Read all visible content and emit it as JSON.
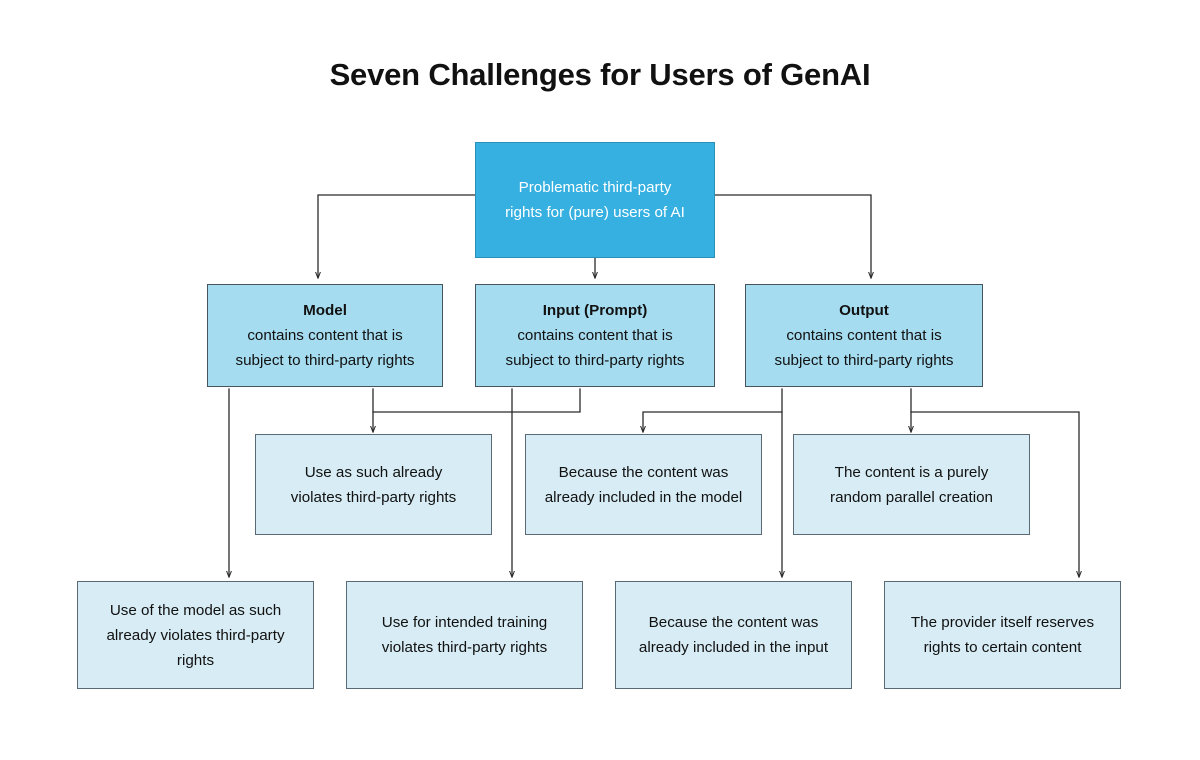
{
  "title": "Seven Challenges for Users of GenAI",
  "colors": {
    "background": "#ffffff",
    "root_fill": "#35b0e0",
    "root_text": "#ffffff",
    "mid_fill": "#a5dcf0",
    "leaf_fill": "#d7ecf4",
    "border": "#46545e",
    "edge": "#2b2b2b",
    "text": "#111111"
  },
  "diagram": {
    "type": "flowchart",
    "orientation": "top-down",
    "root": {
      "id": "root",
      "line1": "Problematic third-party",
      "line2": "rights for (pure) users of AI"
    },
    "level2": [
      {
        "id": "model",
        "heading": "Model",
        "line2": "contains content that is",
        "line3": "subject to third-party rights"
      },
      {
        "id": "input",
        "heading": "Input (Prompt)",
        "line2": "contains content that is",
        "line3": "subject to third-party rights"
      },
      {
        "id": "output",
        "heading": "Output",
        "line2": "contains content that is",
        "line3": "subject to third-party rights"
      }
    ],
    "level3": [
      {
        "id": "l3-a",
        "line1": "Use as such already",
        "line2": "violates third-party rights"
      },
      {
        "id": "l3-b",
        "line1": "Because the content was",
        "line2": "already included in the model"
      },
      {
        "id": "l3-c",
        "line1": "The content is a purely",
        "line2": "random parallel creation"
      }
    ],
    "level4": [
      {
        "id": "l4-a",
        "line1": "Use of the model as such",
        "line2": "already violates third-party",
        "line3": "rights"
      },
      {
        "id": "l4-b",
        "line1": "Use for intended training",
        "line2": "violates third-party rights",
        "line3": ""
      },
      {
        "id": "l4-c",
        "line1": "Because the content was",
        "line2": "already included in the input",
        "line3": ""
      },
      {
        "id": "l4-d",
        "line1": "The provider itself reserves",
        "line2": "rights to certain content",
        "line3": ""
      }
    ]
  }
}
